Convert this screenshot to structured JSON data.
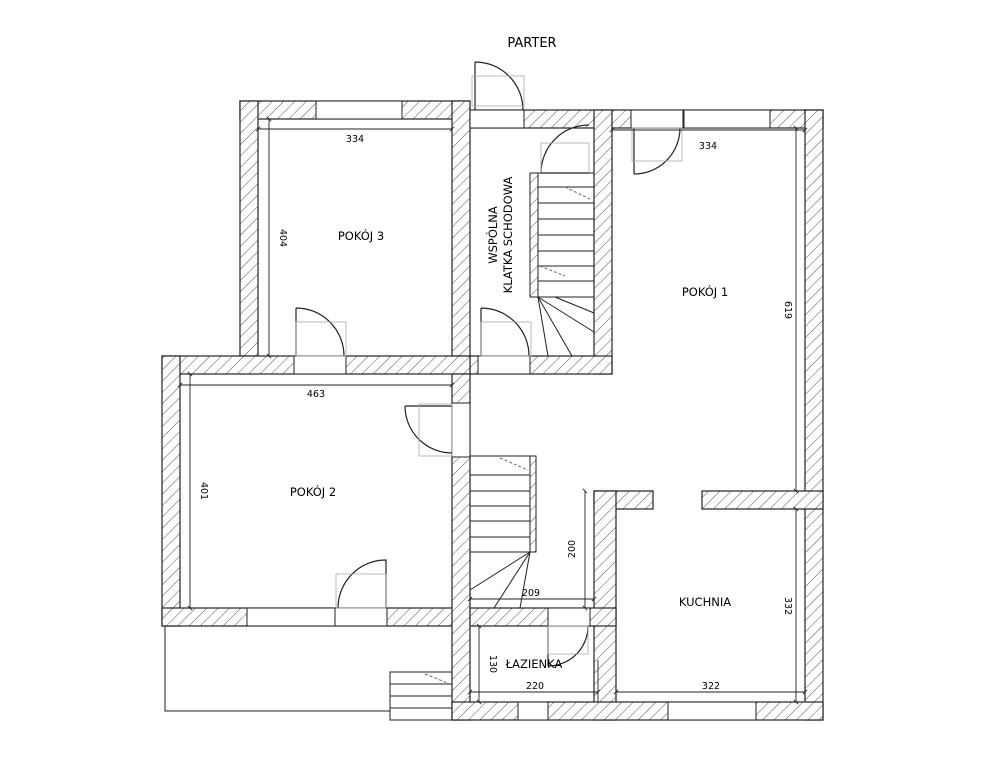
{
  "plan": {
    "title": "PARTER",
    "rooms": {
      "pokoj1": "POKÓJ 1",
      "pokoj2": "POKÓJ 2",
      "pokoj3": "POKÓJ 3",
      "klatka_line1": "WSPÓLNA",
      "klatka_line2": "KLATKA SCHODOWA",
      "kuchnia": "KUCHNIA",
      "lazienka": "ŁAZIENKA"
    },
    "dimensions": {
      "pokoj3_width": "334",
      "pokoj3_height": "404",
      "pokoj1_width": "334",
      "pokoj1_height": "619",
      "pokoj2_width": "463",
      "pokoj2_height": "401",
      "hall_width": "209",
      "hall_height": "200",
      "kuchnia_width": "322",
      "kuchnia_height": "332",
      "lazienka_width": "220",
      "lazienka_height": "130"
    },
    "colors": {
      "line": "#222222",
      "hatch": "#555555",
      "ghost": "#aaaaaa"
    }
  }
}
